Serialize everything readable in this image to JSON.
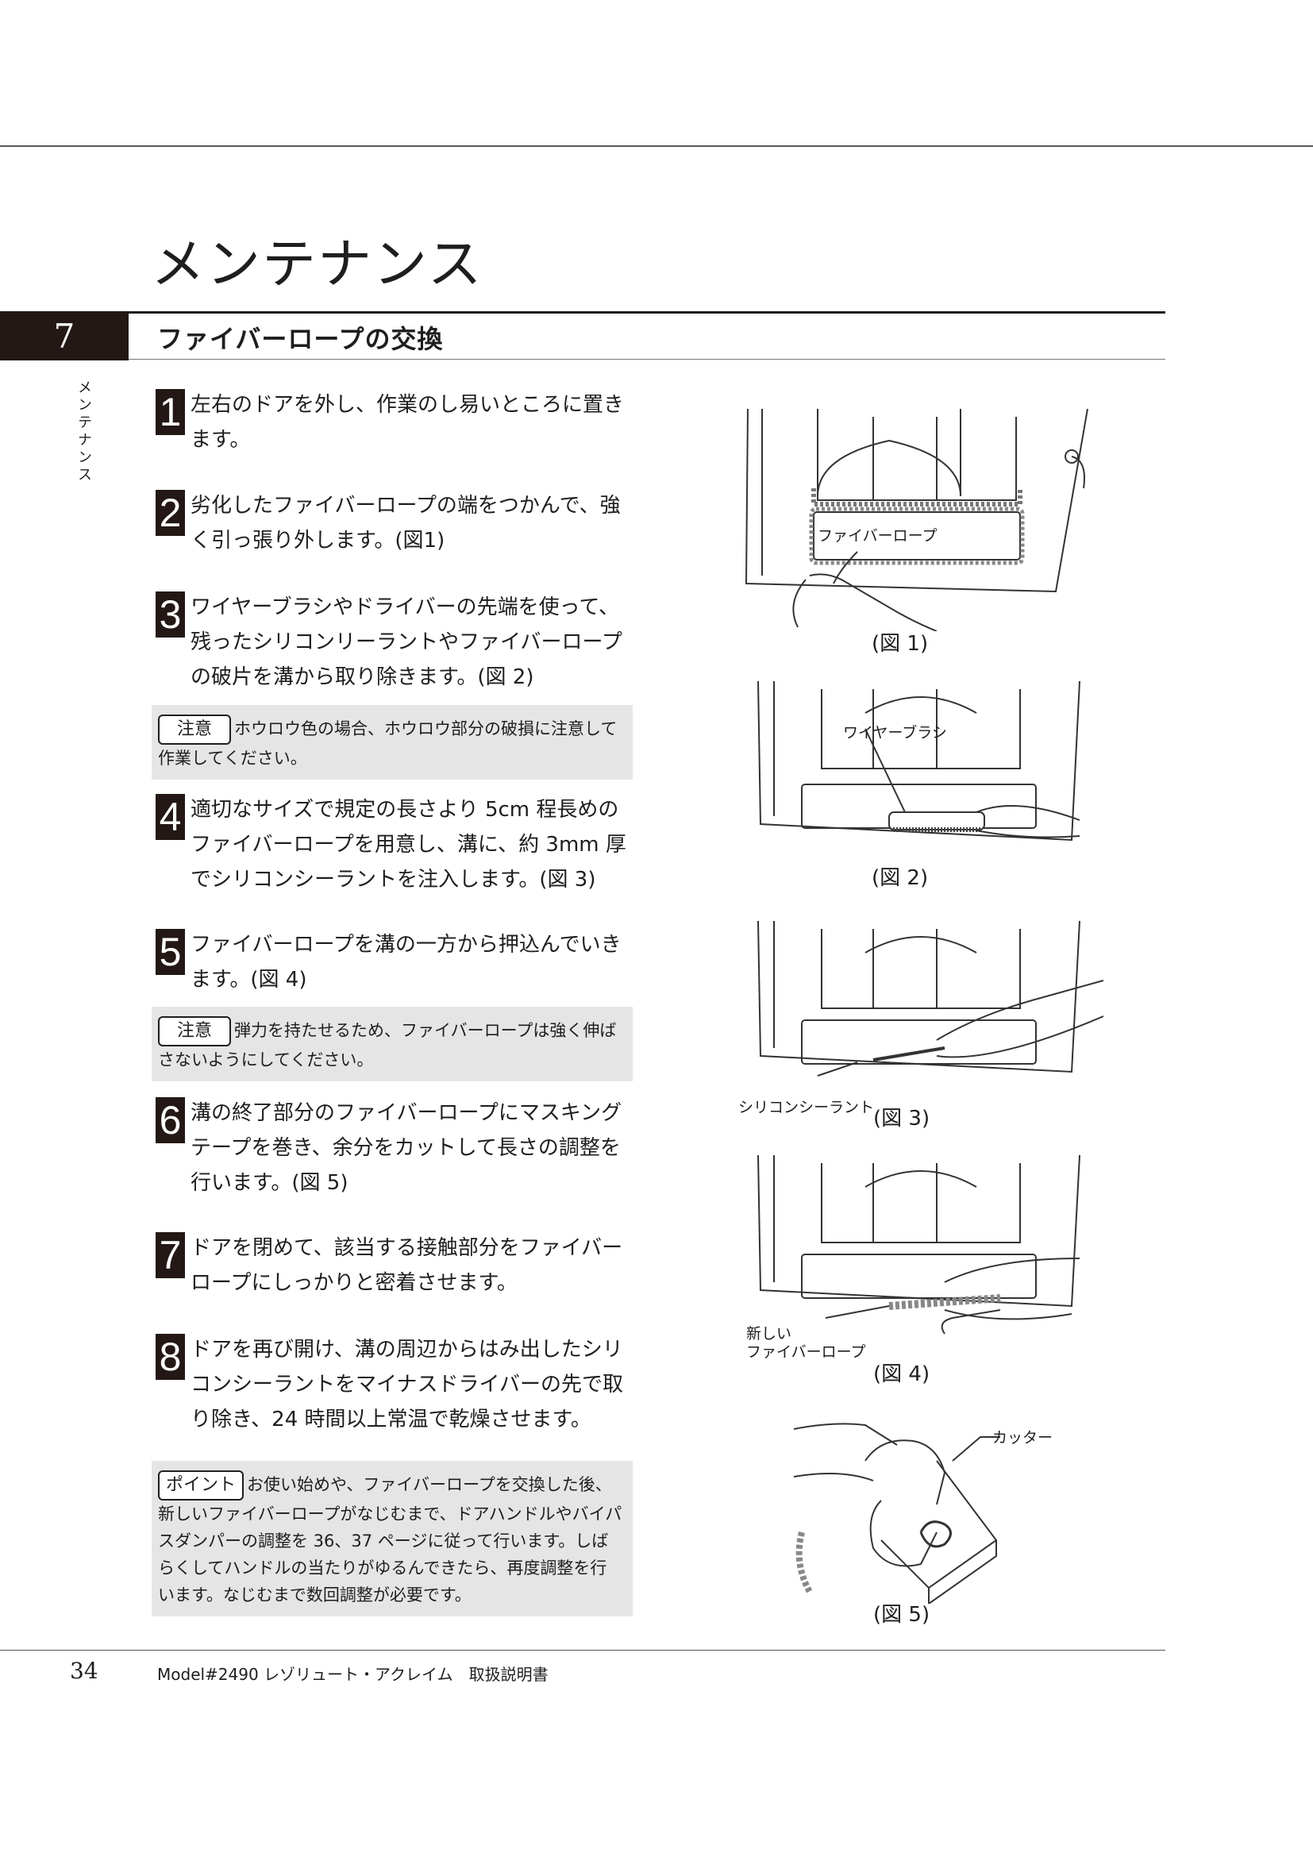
{
  "chapter": {
    "title": "メンテナンス",
    "number": "7",
    "side_tab": "メンテナンス"
  },
  "section": {
    "title": "ファイバーロープの交換"
  },
  "steps": [
    {
      "num": "1",
      "text": "左右のドアを外し、作業のし易いところに置きます。"
    },
    {
      "num": "2",
      "text": "劣化したファイバーロープの端をつかんで、強く引っ張り外します。(図1)"
    },
    {
      "num": "3",
      "text": "ワイヤーブラシやドライバーの先端を使って、残ったシリコンリーラントやファイバーロープの破片を溝から取り除きます。(図 2)"
    },
    {
      "num": "4",
      "text": "適切なサイズで規定の長さより 5cm 程長めのファイバーロープを用意し、溝に、約 3mm 厚でシリコンシーラントを注入します。(図 3)"
    },
    {
      "num": "5",
      "text": "ファイバーロープを溝の一方から押込んでいきます。(図 4)"
    },
    {
      "num": "6",
      "text": "溝の終了部分のファイバーロープにマスキングテープを巻き、余分をカットして長さの調整を行います。(図 5)"
    },
    {
      "num": "7",
      "text": "ドアを閉めて、該当する接触部分をファイバーロープにしっかりと密着させます。"
    },
    {
      "num": "8",
      "text": "ドアを再び開け、溝の周辺からはみ出したシリコンシーラントをマイナスドライバーの先で取り除き、24 時間以上常温で乾燥させます。"
    }
  ],
  "notes": [
    {
      "label": "注意",
      "text": "ホウロウ色の場合、ホウロウ部分の破損に注意して作業してください。"
    },
    {
      "label": "注意",
      "text": "弾力を持たせるため、ファイバーロープは強く伸ばさないようにしてください。"
    },
    {
      "label": "ポイント",
      "text": "お使い始めや、ファイバーロープを交換した後、新しいファイバーロープがなじむまで、ドアハンドルやバイパスダンパーの調整を 36、37 ページに従って行います。しばらくしてハンドルの当たりがゆるんできたら、再度調整を行います。なじむまで数回調整が必要です。"
    }
  ],
  "figures": [
    {
      "caption": "(図 1)",
      "callout": "ファイバーロープ"
    },
    {
      "caption": "(図 2)",
      "callout": "ワイヤーブラシ"
    },
    {
      "caption": "(図 3)",
      "callout": "シリコンシーラント"
    },
    {
      "caption": "(図 4)",
      "callout_line1": "新しい",
      "callout_line2": "ファイバーロープ"
    },
    {
      "caption": "(図 5)",
      "callout": "カッター"
    }
  ],
  "footer": {
    "page_number": "34",
    "text": "Model#2490 レゾリュート・アクレイム　取扱説明書"
  }
}
